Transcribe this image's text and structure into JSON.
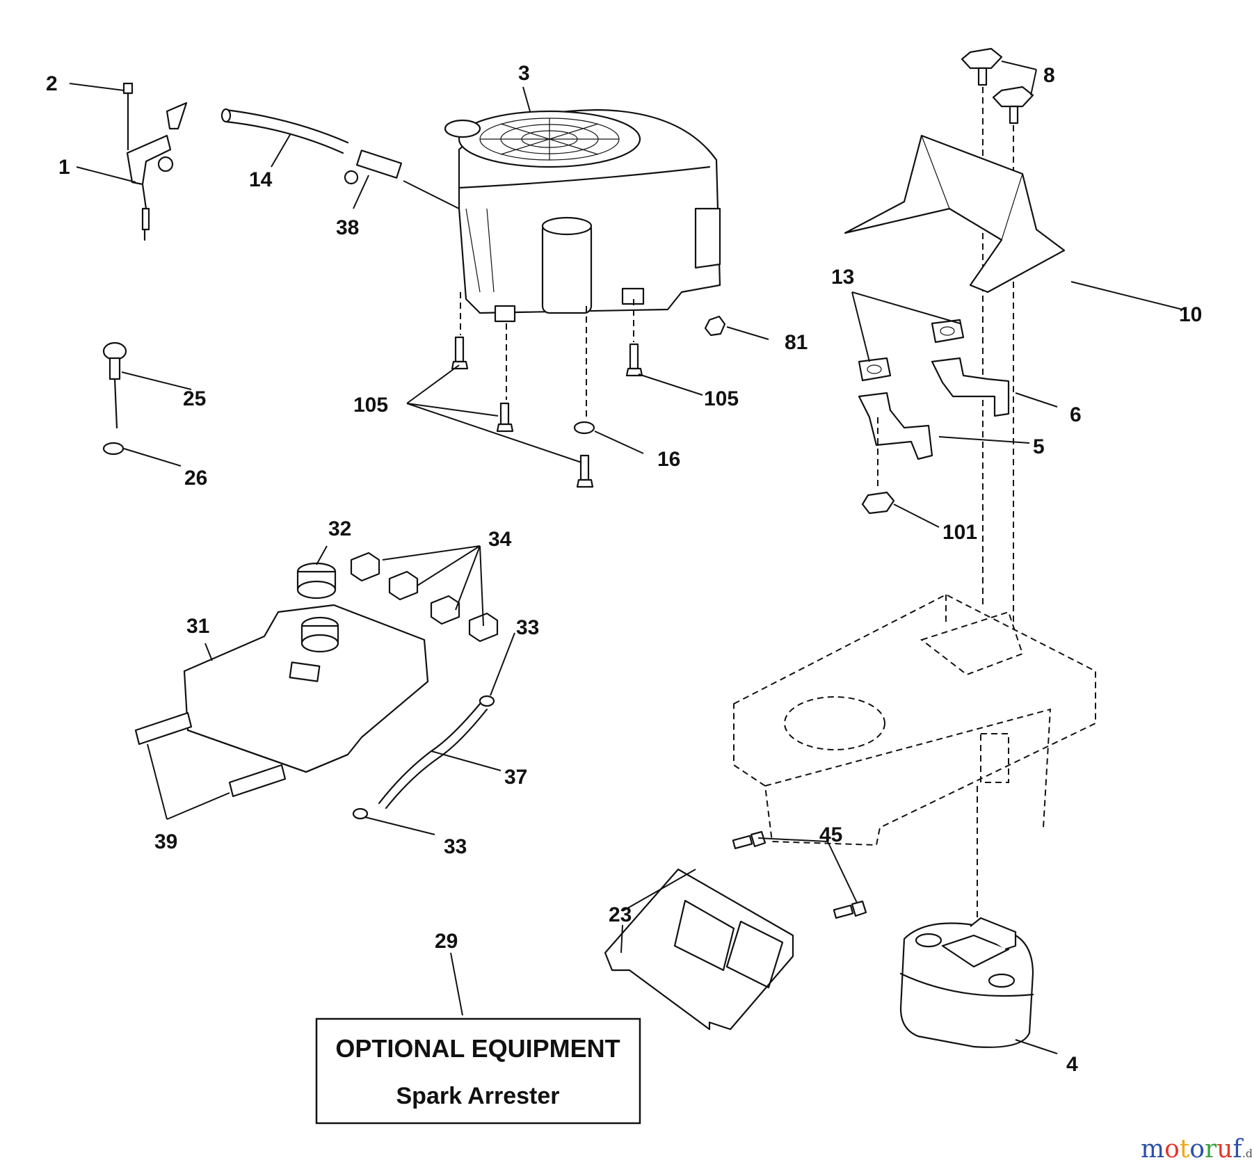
{
  "callouts": {
    "c1": "1",
    "c2": "2",
    "c3": "3",
    "c4": "4",
    "c5": "5",
    "c6": "6",
    "c8": "8",
    "c10": "10",
    "c13": "13",
    "c14": "14",
    "c16": "16",
    "c23": "23",
    "c25": "25",
    "c26": "26",
    "c29": "29",
    "c31": "31",
    "c32": "32",
    "c33a": "33",
    "c33b": "33",
    "c34": "34",
    "c37": "37",
    "c38": "38",
    "c39": "39",
    "c45": "45",
    "c81": "81",
    "c101": "101",
    "c105a": "105",
    "c105b": "105"
  },
  "optional_box": {
    "title": "OPTIONAL EQUIPMENT",
    "subtitle": "Spark Arrester"
  },
  "watermark": {
    "letters": [
      "m",
      "o",
      "t",
      "o",
      "r",
      "u",
      "f"
    ],
    "suffix": ".de",
    "colors": [
      "#2b4fa8",
      "#e2372b",
      "#f2a615",
      "#2b4fa8",
      "#38a33a",
      "#e2372b",
      "#2b4fa8"
    ]
  }
}
